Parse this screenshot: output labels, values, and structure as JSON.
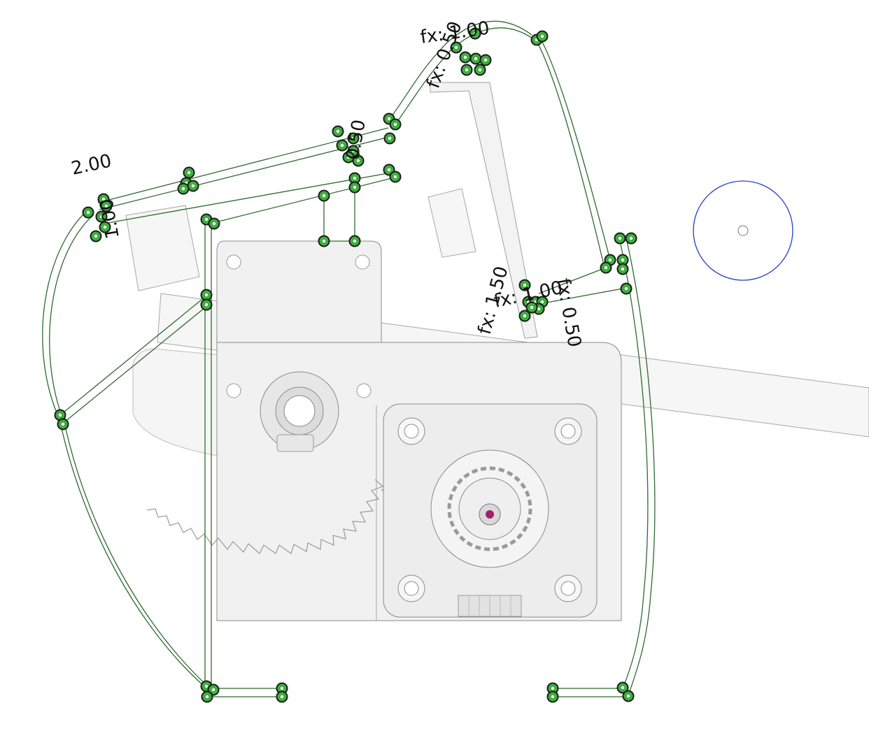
{
  "dimensions": [
    {
      "id": "dim-2-00",
      "text": "2.00"
    },
    {
      "id": "dim-fx-1-00-top",
      "text": "fx: 1.00"
    },
    {
      "id": "dim-fx-0-50-top",
      "text": "fx: 0.50"
    },
    {
      "id": "dim-fx-right-a",
      "text": "fx: 1.00"
    },
    {
      "id": "dim-fx-right-b",
      "text": "fx: 1.50"
    },
    {
      "id": "dim-fx-right-c",
      "text": "fx: 0.50"
    },
    {
      "id": "dim-1-00-left",
      "text": "1.00"
    },
    {
      "id": "dim-0-50-upper",
      "text": "0.50"
    }
  ],
  "colors": {
    "node_fill": "#3fae3f",
    "node_stroke": "#1c1c1c",
    "wire": "#2f6b2f",
    "circle_outline": "#2340c0",
    "spindle": "#a0206a"
  },
  "icons": {
    "node": "constraint-point-icon",
    "reference_circle": "construction-circle-icon"
  }
}
